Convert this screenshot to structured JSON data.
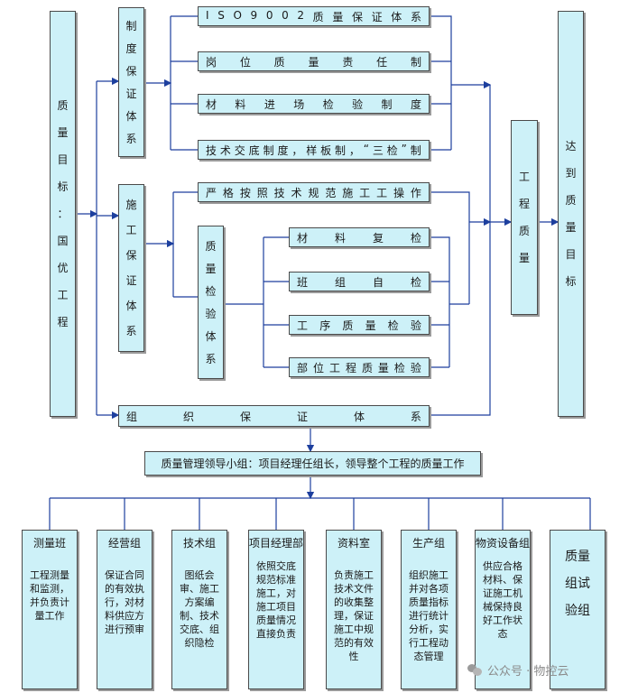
{
  "goal": "质量目标：国优工程",
  "institution": "制度保证体系",
  "institution_items": [
    "ISO9002质量保证体系",
    "岗位质量责任制",
    "材料进场检验制度",
    "技术交底制度，样板制，“三检”制"
  ],
  "construction": "施工保证体系",
  "strict_operation": "严格按照技术规范施工工操作",
  "inspection": "质量检验体系",
  "inspection_items": [
    "材料复检",
    "班组自检",
    "工序质量检验",
    "部位工程质量检验"
  ],
  "organization": "组织保证体系",
  "project_quality": "工程质量",
  "achieve": "达到质量目标",
  "leadership": "质量管理领导小组：项目经理任组长，领导整个工程的质量工作",
  "teams": [
    {
      "title": "测量班",
      "desc": "工程测量和监测，并负责计量工作"
    },
    {
      "title": "经营组",
      "desc": "保证合同的有效执行，对材料供应方进行预审"
    },
    {
      "title": "技术组",
      "desc": "图纸会审、施工方案编制、技术交底、组织隐检"
    },
    {
      "title": "项目经理部",
      "desc": "依照交底规范标准施工，对施工项目质量情况直接负责"
    },
    {
      "title": "资料室",
      "desc": "负责施工技术文件的收集整理，保证施工中规范的有效性"
    },
    {
      "title": "生产组",
      "desc": "组织施工并对各项质量指标进行统计分析，实行工程动态管理"
    },
    {
      "title": "物资设备组",
      "desc": "供应合格材料、保证施工机械保持良好工作状态"
    },
    {
      "title": "质量组试验组",
      "desc": ""
    }
  ],
  "watermark": "公众号 · 物控云"
}
